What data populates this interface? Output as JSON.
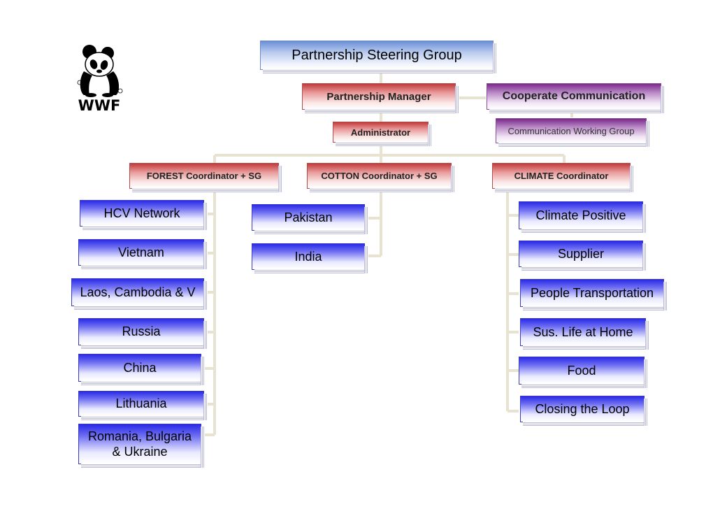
{
  "logo": {
    "name": "wwf-panda-logo",
    "text": "WWF"
  },
  "boxes": {
    "steering": "Partnership Steering Group",
    "manager": "Partnership Manager",
    "comm": "Cooperate Communication",
    "admin": "Administrator",
    "comm_wg": "Communication Working Group",
    "forest": "FOREST Coordinator + SG",
    "cotton": "COTTON Coordinator + SG",
    "climate": "CLIMATE Coordinator"
  },
  "forest_items": [
    "HCV Network",
    "Vietnam",
    "Laos, Cambodia & V",
    "Russia",
    "China",
    "Lithuania",
    "Romania, Bulgaria & Ukraine"
  ],
  "cotton_items": [
    "Pakistan",
    "India"
  ],
  "climate_items": [
    "Climate Positive",
    "Supplier",
    "People Transportation",
    "Sus. Life at Home",
    "Food",
    "Closing the Loop"
  ],
  "colors": {
    "connector": "#e8e2d0",
    "blue_box": "#2a2ae8",
    "red_box": "#c23a3a",
    "purple_box": "#7a2a8a"
  }
}
